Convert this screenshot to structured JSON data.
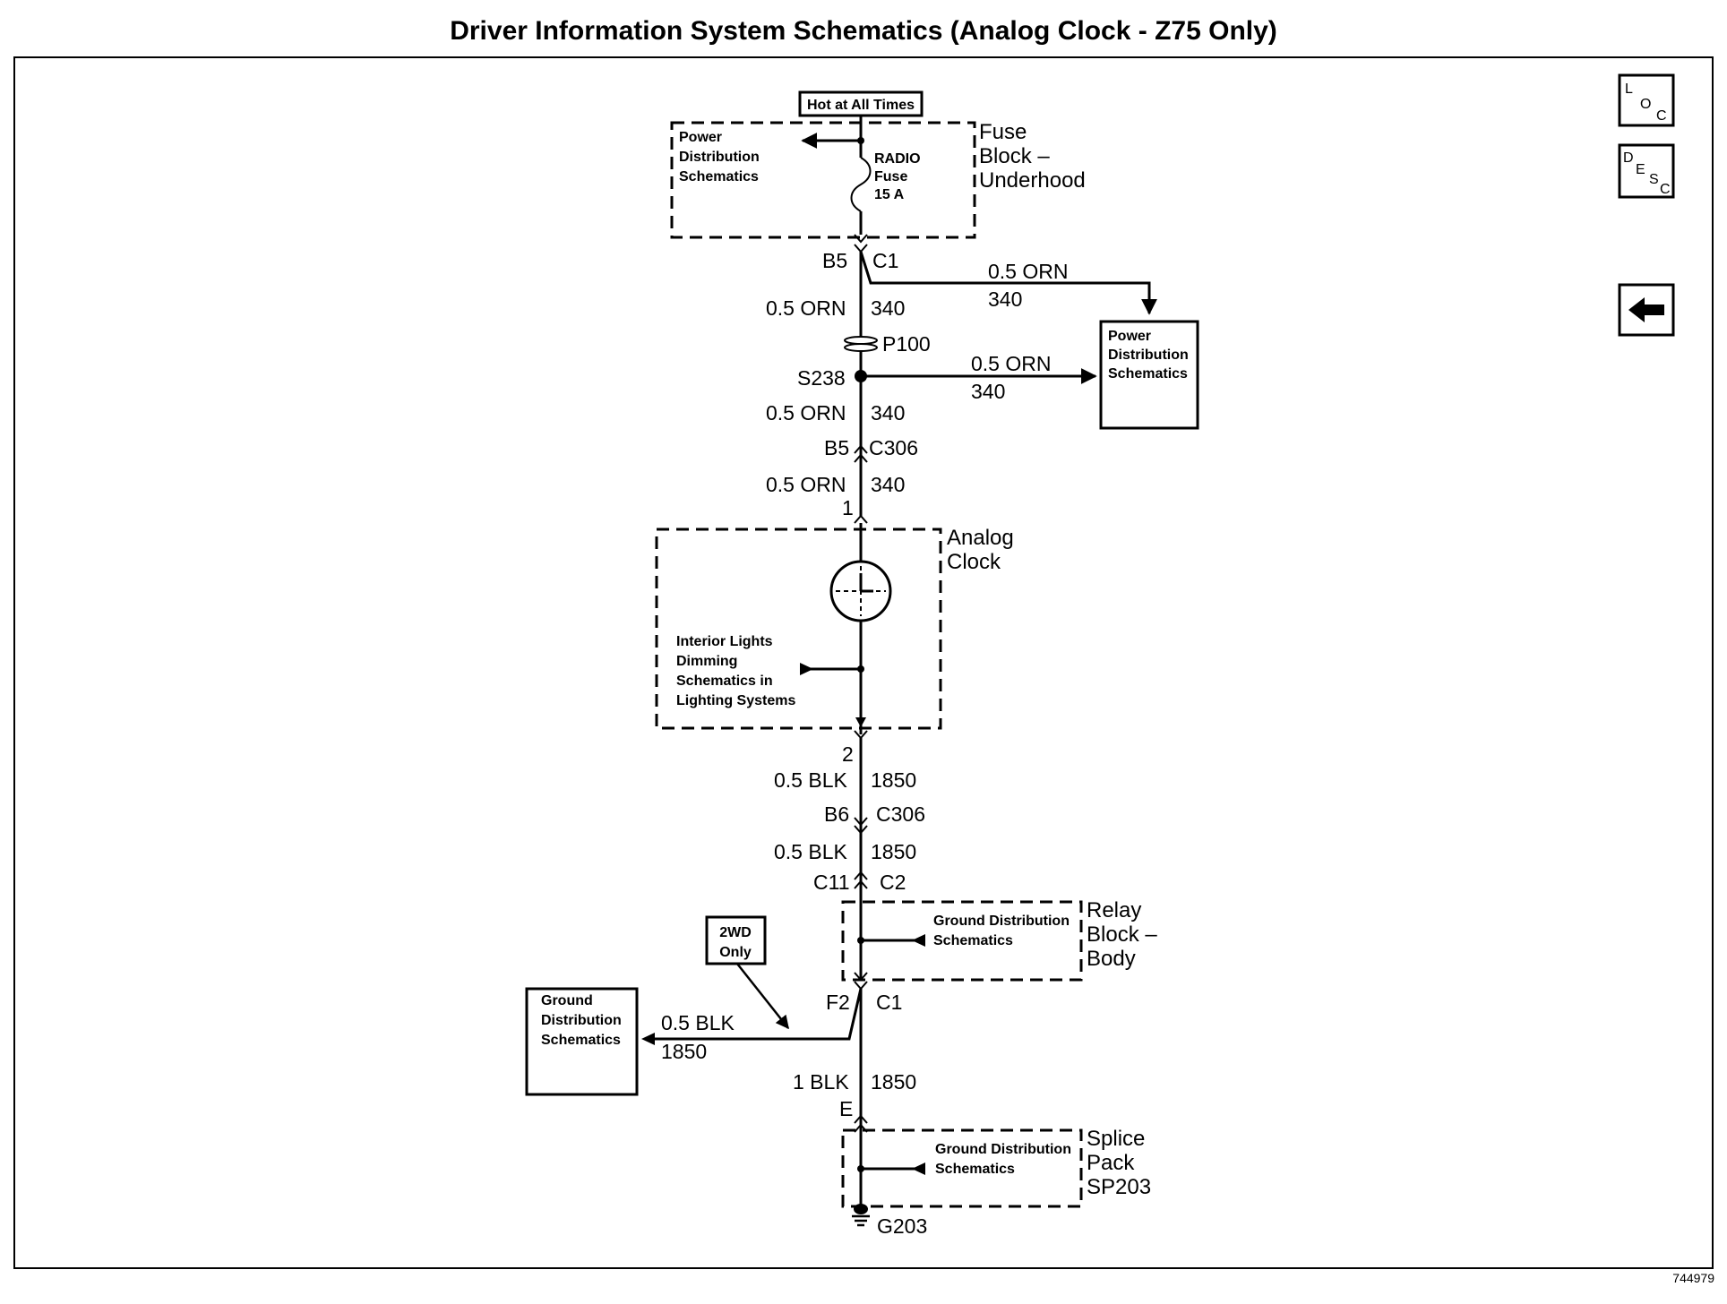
{
  "title": "Driver Information System Schematics (Analog Clock - Z75 Only)",
  "nav": {
    "loc": [
      "L",
      "O",
      "C"
    ],
    "desc": [
      "D",
      "E",
      "S",
      "C"
    ]
  },
  "fuse_block": {
    "hot_label": "Hot at All Times",
    "name_lines": [
      "Fuse",
      "Block –",
      "Underhood"
    ],
    "pds_lines": [
      "Power",
      "Distribution",
      "Schematics"
    ],
    "fuse_lines": [
      "RADIO",
      "Fuse",
      "15 A"
    ]
  },
  "connectors": {
    "c1_top_pin": "B5",
    "c1_top_name": "C1",
    "p100": "P100",
    "s238": "S238",
    "c306_top_pin": "B5",
    "c306_top_name": "C306",
    "clock_pin1": "1",
    "clock_pin2": "2",
    "c306_bot_pin": "B6",
    "c306_bot_name": "C306",
    "relay_in_pin": "C11",
    "relay_in_name": "C2",
    "relay_out_pin": "F2",
    "relay_out_name": "C1",
    "splice_pin": "E",
    "ground": "G203"
  },
  "wires": {
    "orn_gauge": "0.5 ORN",
    "orn_circuit": "340",
    "blk_gauge": "0.5 BLK",
    "blk_circuit": "1850",
    "blk_heavy_gauge": "1 BLK"
  },
  "pds_box_lines": [
    "Power",
    "Distribution",
    "Schematics"
  ],
  "analog_clock": {
    "name_lines": [
      "Analog",
      "Clock"
    ],
    "dimming_lines": [
      "Interior Lights",
      "Dimming",
      "Schematics in",
      "Lighting Systems"
    ]
  },
  "relay_block": {
    "name_lines": [
      "Relay",
      "Block –",
      "Body"
    ],
    "gds_lines": [
      "Ground Distribution",
      "Schematics"
    ]
  },
  "twowd_lines": [
    "2WD",
    "Only"
  ],
  "gds_box_lines": [
    "Ground",
    "Distribution",
    "Schematics"
  ],
  "splice_pack": {
    "name_lines": [
      "Splice",
      "Pack",
      "SP203"
    ],
    "gds_lines": [
      "Ground Distribution",
      "Schematics"
    ]
  },
  "figure_code": "744979"
}
